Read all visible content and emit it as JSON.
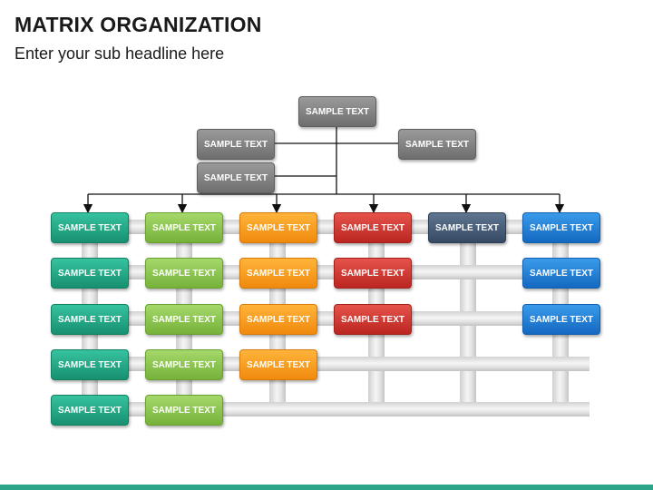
{
  "header": {
    "title": "MATRIX ORGANIZATION",
    "subtitle": "Enter your sub headline here"
  },
  "diagram": {
    "top": {
      "label": "SAMPLE TEXT"
    },
    "left_upper": {
      "label": "SAMPLE TEXT"
    },
    "left_lower": {
      "label": "SAMPLE TEXT"
    },
    "right_upper": {
      "label": "SAMPLE TEXT"
    },
    "columns": [
      {
        "color": "teal",
        "hex": "#1fa884",
        "cells": [
          "SAMPLE TEXT",
          "SAMPLE TEXT",
          "SAMPLE TEXT",
          "SAMPLE TEXT",
          "SAMPLE TEXT"
        ]
      },
      {
        "color": "lime",
        "hex": "#8cc54f",
        "cells": [
          "SAMPLE TEXT",
          "SAMPLE TEXT",
          "SAMPLE TEXT",
          "SAMPLE TEXT",
          "SAMPLE TEXT"
        ]
      },
      {
        "color": "orange",
        "hex": "#f59c1c",
        "cells": [
          "SAMPLE TEXT",
          "SAMPLE TEXT",
          "SAMPLE TEXT",
          "SAMPLE TEXT"
        ]
      },
      {
        "color": "red",
        "hex": "#cf3530",
        "cells": [
          "SAMPLE TEXT",
          "SAMPLE TEXT",
          "SAMPLE TEXT"
        ]
      },
      {
        "color": "navy",
        "hex": "#465a74",
        "cells": [
          "SAMPLE TEXT"
        ]
      },
      {
        "color": "blue",
        "hex": "#1f7fd6",
        "cells": [
          "SAMPLE TEXT",
          "SAMPLE TEXT",
          "SAMPLE TEXT"
        ]
      }
    ]
  },
  "colors": {
    "accent_bar": "#2aa58a",
    "gray_box": "#7b7b7b"
  }
}
